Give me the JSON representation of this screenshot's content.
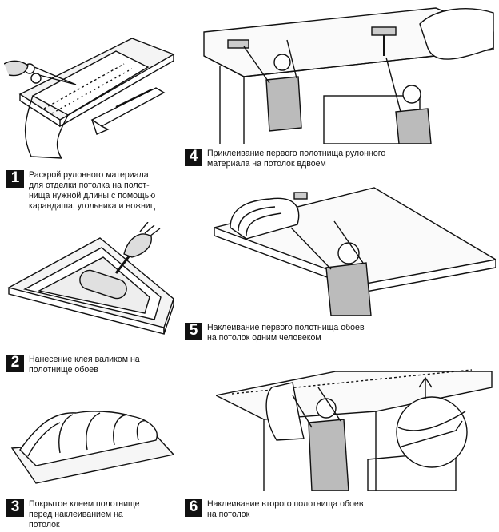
{
  "steps": [
    {
      "number": "1",
      "caption": "Раскрой рулонного материала\nдля отделки потолка на полот-\nнища нужной длины с помощью\nкарандаша, угольника и ножниц"
    },
    {
      "number": "2",
      "caption": "Нанесение клея валиком на\nполотнище обоев"
    },
    {
      "number": "3",
      "caption": "Покрытое клеем полотнище\nперед наклеиванием на\nпотолок"
    },
    {
      "number": "4",
      "caption": "Приклеивание первого полотнища рулонного\nматериала на потолок вдвоем"
    },
    {
      "number": "5",
      "caption": "Наклеивание первого полотнища обоев\nна потолок одним человеком"
    },
    {
      "number": "6",
      "caption": "Наклеивание второго полотнища обоев\nна потолок"
    }
  ],
  "colors": {
    "ink": "#111111",
    "paper": "#ffffff",
    "badge": "#111111"
  },
  "icons": [
    "scissors-icon",
    "pencil-icon",
    "square-ruler-icon",
    "roller-icon",
    "brush-icon"
  ]
}
